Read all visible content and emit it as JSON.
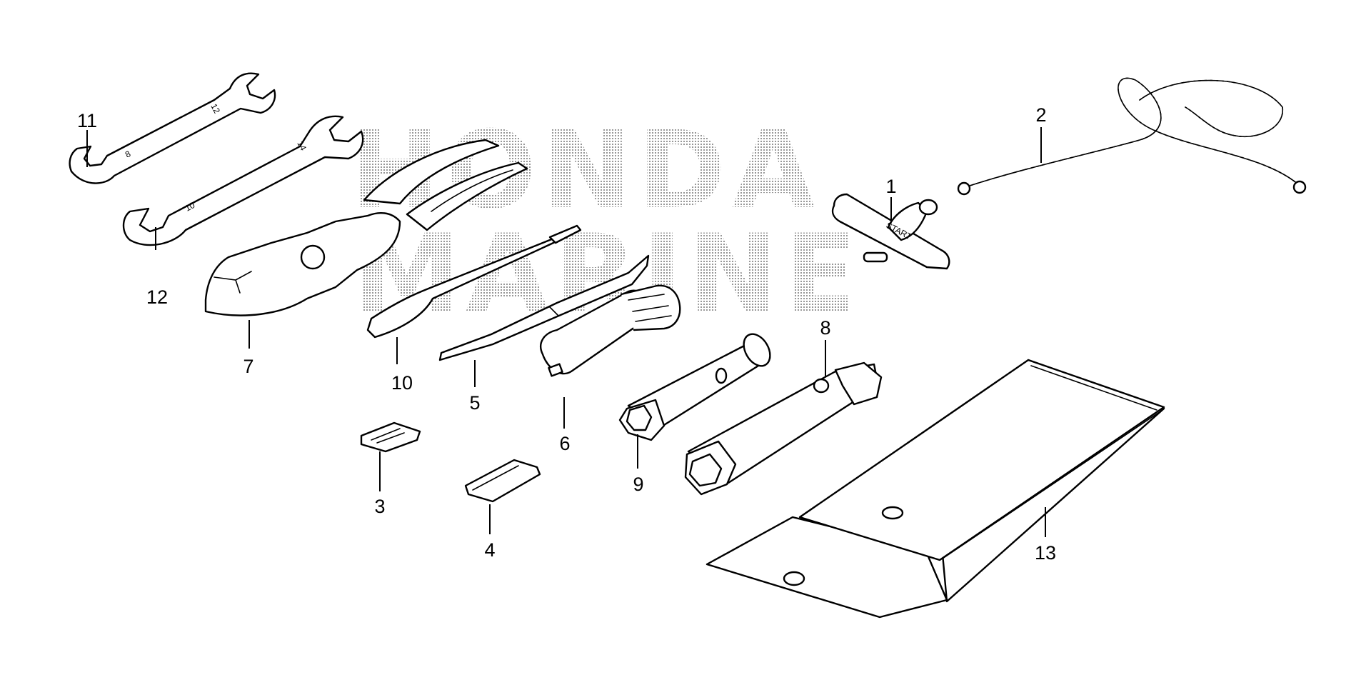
{
  "watermark": {
    "line1": "HONDA",
    "line2": "MARINE"
  },
  "stamps": {
    "starter_grip": "START",
    "wrench_small_a": "8",
    "wrench_small_b": "12",
    "wrench_large_a": "10",
    "wrench_large_b": "14"
  },
  "callouts": [
    {
      "id": "starter-grip",
      "label": "1"
    },
    {
      "id": "starter-rope",
      "label": "2"
    },
    {
      "id": "clip-a",
      "label": "3"
    },
    {
      "id": "clip-b",
      "label": "4"
    },
    {
      "id": "screwdriver",
      "label": "5"
    },
    {
      "id": "screwdriver-grip",
      "label": "6"
    },
    {
      "id": "pliers",
      "label": "7"
    },
    {
      "id": "box-wrench-large",
      "label": "8"
    },
    {
      "id": "box-wrench-small",
      "label": "9"
    },
    {
      "id": "screwdriver-bit",
      "label": "10"
    },
    {
      "id": "wrench-8x12",
      "label": "11"
    },
    {
      "id": "wrench-10x14",
      "label": "12"
    },
    {
      "id": "tool-bag",
      "label": "13"
    }
  ]
}
